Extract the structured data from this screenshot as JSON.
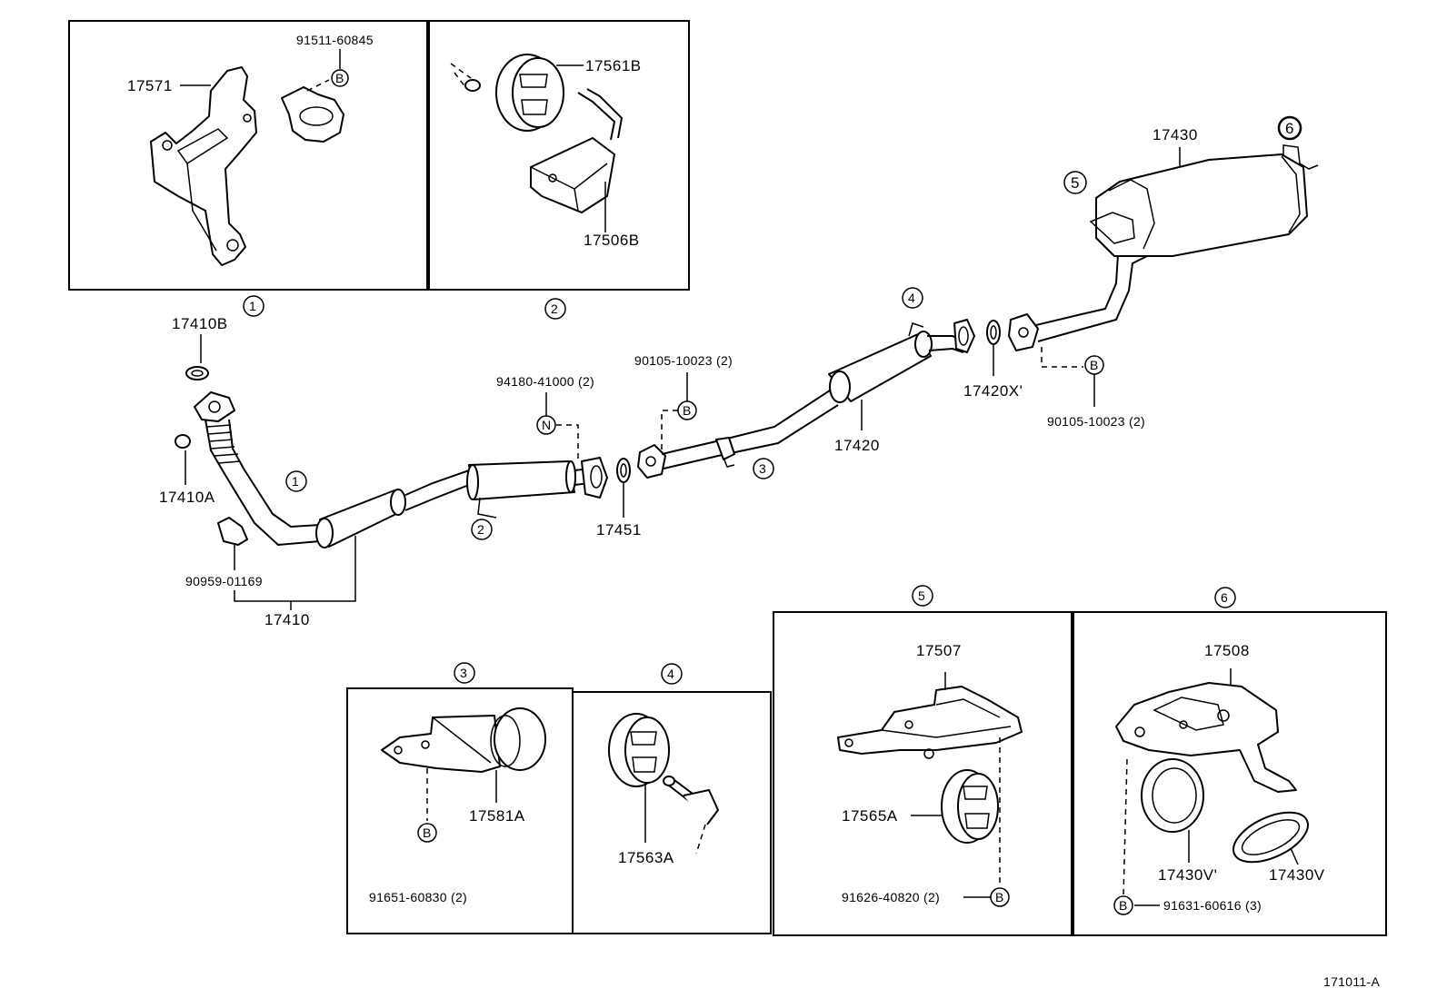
{
  "diagram_id": "171011-A",
  "boxes": [
    {
      "id": "1",
      "mark": "1",
      "parts": [
        "17571",
        "91511-60845"
      ],
      "fastener": "B"
    },
    {
      "id": "2",
      "mark": "2",
      "parts": [
        "17561B",
        "17506B"
      ]
    },
    {
      "id": "3",
      "mark": "3",
      "parts": [
        "17581A",
        "91651-60830 (2)"
      ],
      "fastener": "B"
    },
    {
      "id": "4",
      "mark": "4",
      "parts": [
        "17563A"
      ]
    },
    {
      "id": "5",
      "mark": "5",
      "parts": [
        "17507",
        "17565A",
        "91626-40820 (2)"
      ],
      "fastener": "B"
    },
    {
      "id": "6",
      "mark": "6",
      "parts": [
        "17508",
        "17430V'",
        "17430V",
        "91631-60616 (3)"
      ],
      "fastener": "B"
    }
  ],
  "main_labels": {
    "p17410B": "17410B",
    "p17410A": "17410A",
    "p90959": "90959-01169",
    "p17410": "17410",
    "p94180": "94180-41000 (2)",
    "nut_mark": "N",
    "p90105a": "90105-10023 (2)",
    "p17451": "17451",
    "p17420": "17420",
    "p17420X": "17420X'",
    "p90105b": "90105-10023 (2)",
    "p17430": "17430",
    "bolt_mark": "B"
  },
  "callouts": {
    "c1": "1",
    "c2": "2",
    "c3": "3",
    "c4": "4",
    "c5": "5",
    "c6": "6"
  },
  "box_labels": {
    "b1_17571": "17571",
    "b1_91511": "91511-60845",
    "b2_17561B": "17561B",
    "b2_17506B": "17506B",
    "b3_17581A": "17581A",
    "b3_91651": "91651-60830 (2)",
    "b4_17563A": "17563A",
    "b5_17507": "17507",
    "b5_17565A": "17565A",
    "b5_91626": "91626-40820 (2)",
    "b6_17508": "17508",
    "b6_17430Vp": "17430V'",
    "b6_17430V": "17430V",
    "b6_91631": "91631-60616 (3)"
  }
}
